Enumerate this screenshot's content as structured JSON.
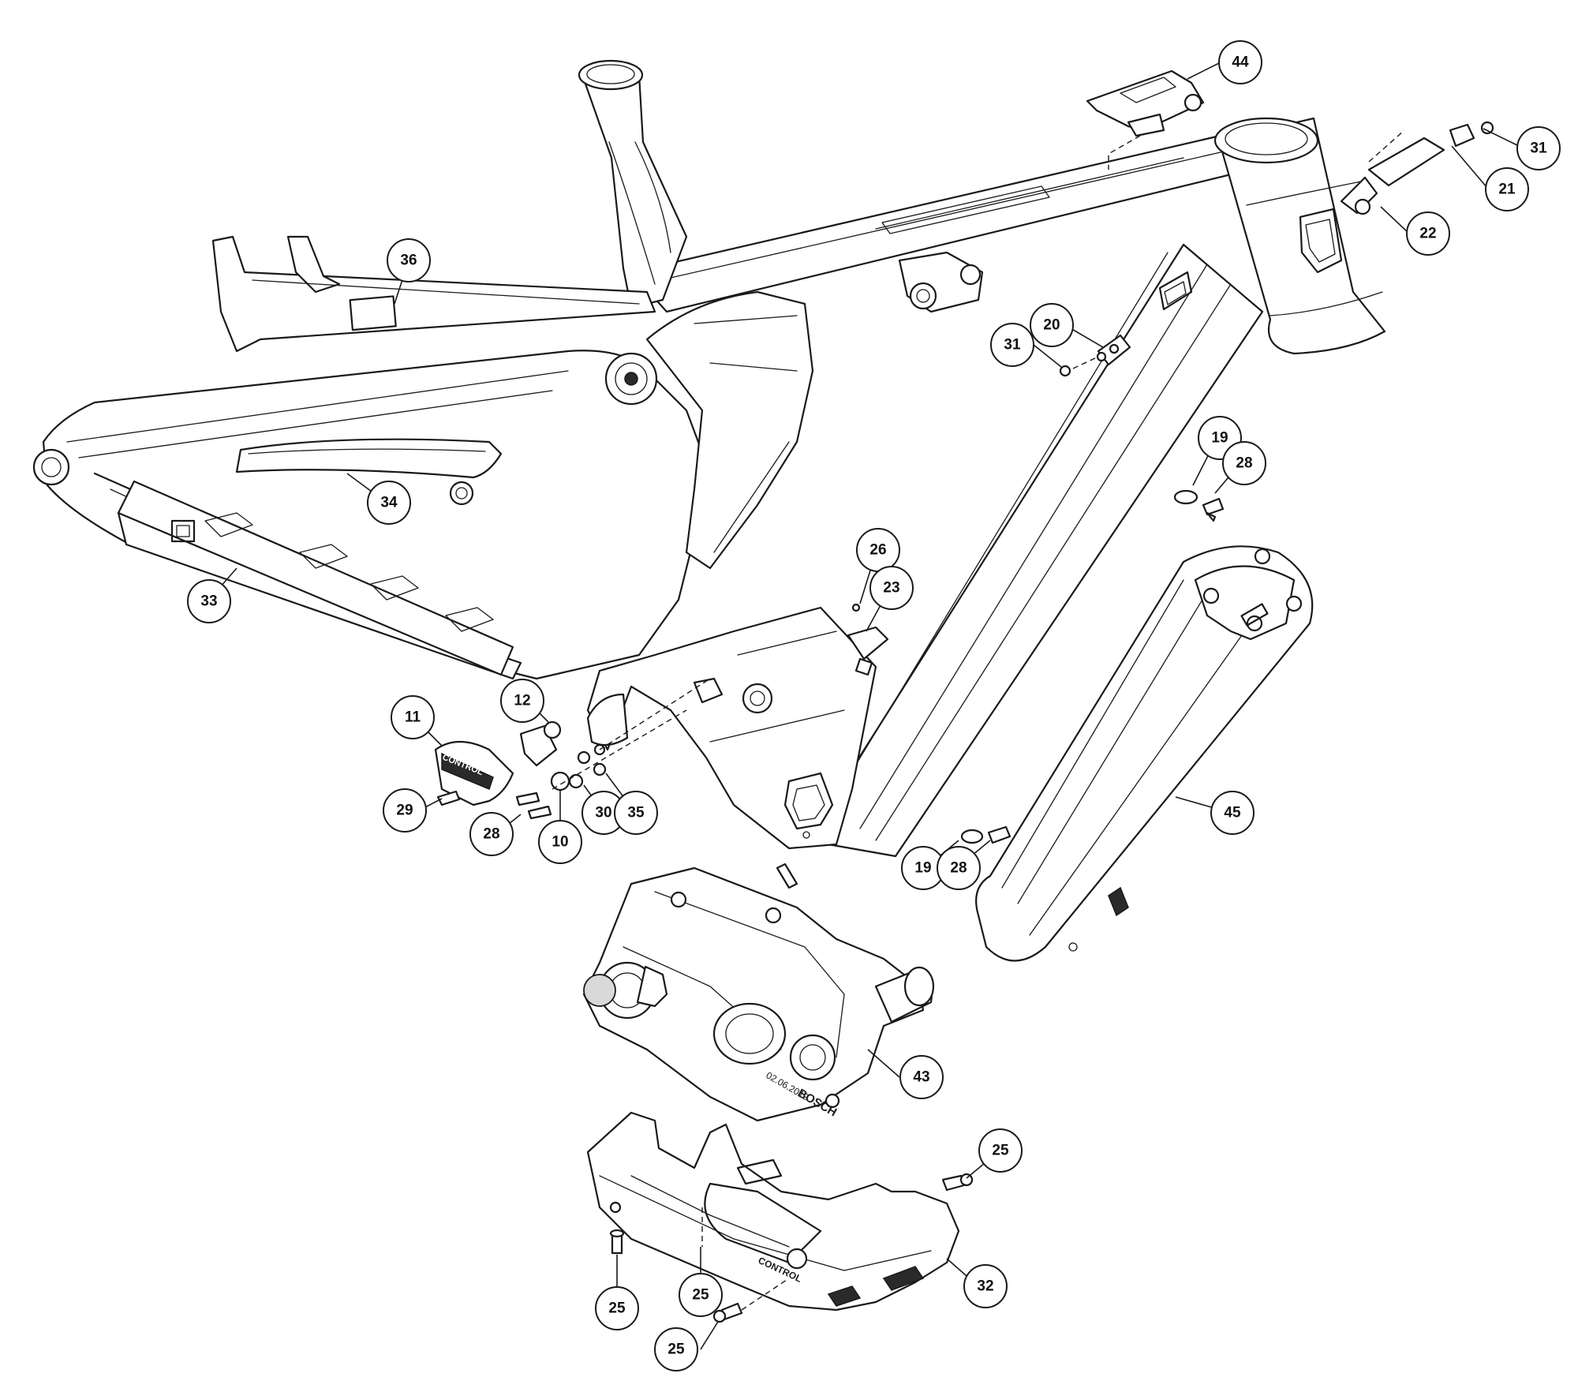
{
  "diagram": {
    "callouts": [
      {
        "id": "c44",
        "label": "44"
      },
      {
        "id": "c31a",
        "label": "31"
      },
      {
        "id": "c21",
        "label": "21"
      },
      {
        "id": "c22",
        "label": "22"
      },
      {
        "id": "c36",
        "label": "36"
      },
      {
        "id": "c20",
        "label": "20"
      },
      {
        "id": "c31b",
        "label": "31"
      },
      {
        "id": "c19a",
        "label": "19"
      },
      {
        "id": "c28a",
        "label": "28"
      },
      {
        "id": "c34",
        "label": "34"
      },
      {
        "id": "c26",
        "label": "26"
      },
      {
        "id": "c23",
        "label": "23"
      },
      {
        "id": "c33",
        "label": "33"
      },
      {
        "id": "c12",
        "label": "12"
      },
      {
        "id": "c11",
        "label": "11"
      },
      {
        "id": "c29",
        "label": "29"
      },
      {
        "id": "c28b",
        "label": "28"
      },
      {
        "id": "c10",
        "label": "10"
      },
      {
        "id": "c30",
        "label": "30"
      },
      {
        "id": "c35",
        "label": "35"
      },
      {
        "id": "c45",
        "label": "45"
      },
      {
        "id": "c19b",
        "label": "19"
      },
      {
        "id": "c28c",
        "label": "28"
      },
      {
        "id": "c43",
        "label": "43"
      },
      {
        "id": "c25a",
        "label": "25"
      },
      {
        "id": "c32",
        "label": "32"
      },
      {
        "id": "c25b",
        "label": "25"
      },
      {
        "id": "c25c",
        "label": "25"
      },
      {
        "id": "c25d",
        "label": "25"
      }
    ],
    "motor_text": "BOSCH",
    "motor_date": "02.06.2019",
    "brand_marks": [
      "CONTROL",
      "CONTROL"
    ]
  }
}
